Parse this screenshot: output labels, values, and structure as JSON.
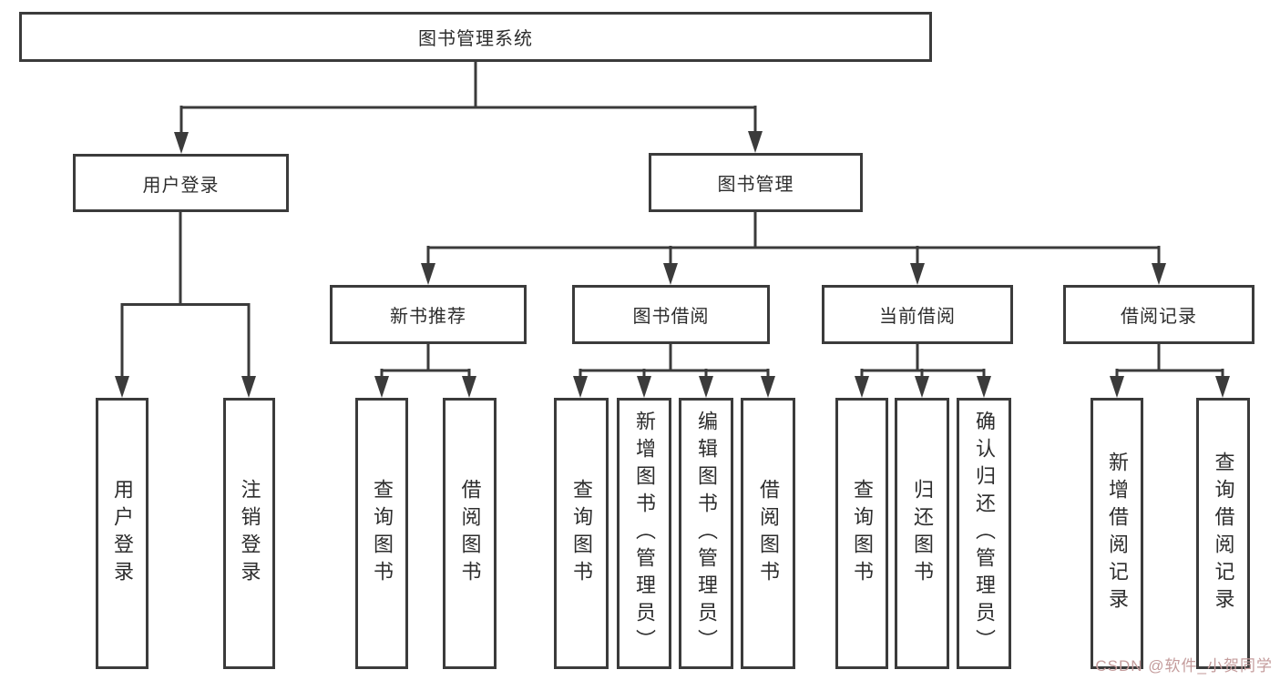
{
  "diagram": {
    "root": {
      "label": "图书管理系统"
    },
    "branches": [
      {
        "label": "用户登录",
        "children": [
          {
            "label": "用户登录"
          },
          {
            "label": "注销登录"
          }
        ]
      },
      {
        "label": "图书管理",
        "children": [
          {
            "label": "新书推荐",
            "children": [
              {
                "label": "查询图书"
              },
              {
                "label": "借阅图书"
              }
            ]
          },
          {
            "label": "图书借阅",
            "children": [
              {
                "label": "查询图书"
              },
              {
                "label": "新增图书（管理员）"
              },
              {
                "label": "编辑图书（管理员）"
              },
              {
                "label": "借阅图书"
              }
            ]
          },
          {
            "label": "当前借阅",
            "children": [
              {
                "label": "查询图书"
              },
              {
                "label": "归还图书"
              },
              {
                "label": "确认归还（管理员）"
              }
            ]
          },
          {
            "label": "借阅记录",
            "children": [
              {
                "label": "新增借阅记录"
              },
              {
                "label": "查询借阅记录"
              }
            ]
          }
        ]
      }
    ]
  },
  "watermark": {
    "text": "CSDN @软件_小贺同学",
    "color": "#c49c9c"
  },
  "colors": {
    "line": "#3b3b3b",
    "box_border": "#3b3b3b",
    "box_background": "#ffffff",
    "text": "#2d2d2d",
    "page_background": "#ffffff"
  }
}
